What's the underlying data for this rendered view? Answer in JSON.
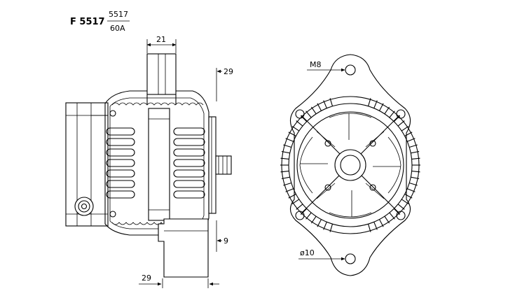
{
  "header": {
    "model_code": "F 5517",
    "part_number": "5517",
    "rating": "60A"
  },
  "dimensions": {
    "pulley_width": "21",
    "top_offset": "29",
    "bottom_offset": "9",
    "base_offset": "29",
    "thread": "M8",
    "hole_diameter": "ø10"
  }
}
